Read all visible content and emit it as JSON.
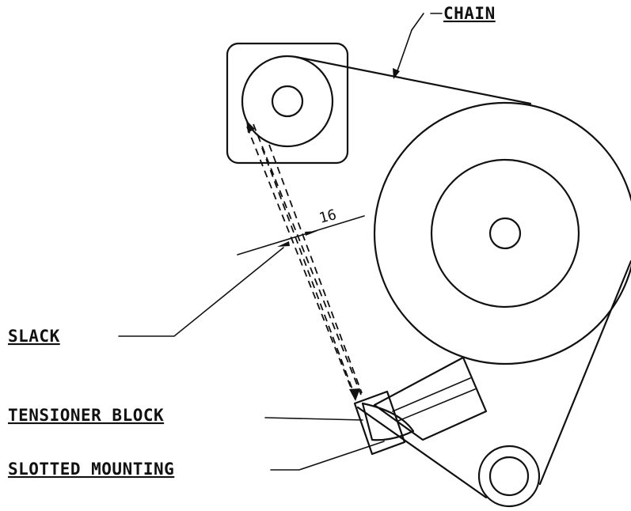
{
  "labels": {
    "chain": "CHAIN",
    "slack": "SLACK",
    "tensioner_block": "TENSIONER BLOCK",
    "slotted_mounting": "SLOTTED MOUNTING"
  },
  "dimension": "16"
}
